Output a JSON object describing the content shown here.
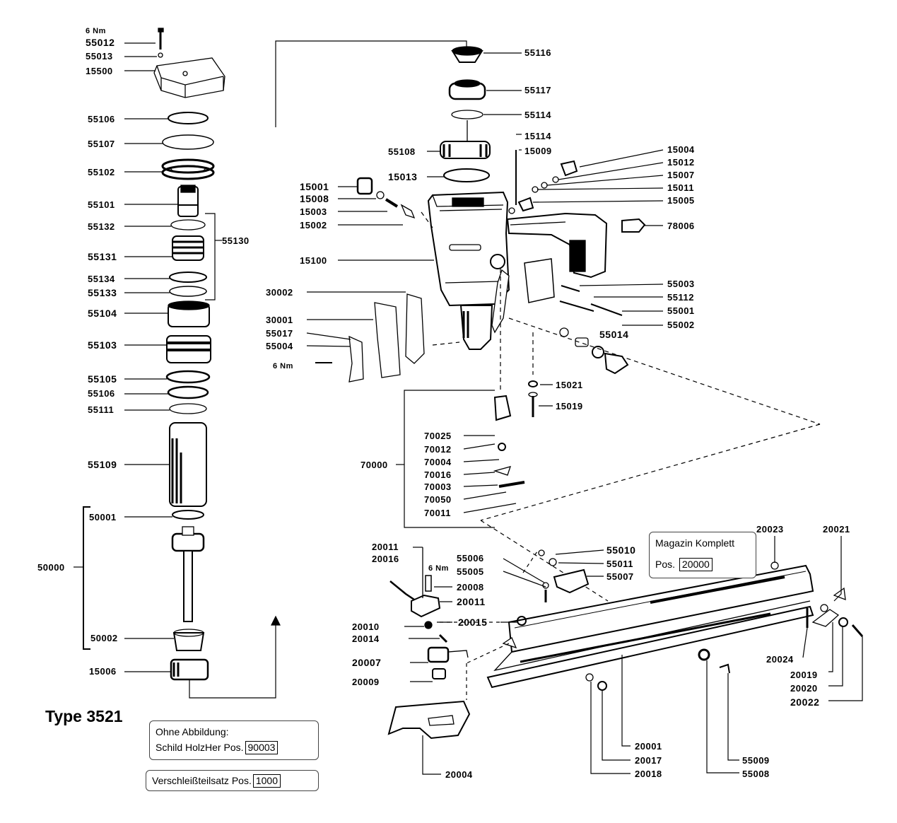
{
  "title": "Type 3521",
  "torque_labels": {
    "top": "6 Nm",
    "left": "6 Nm",
    "mid": "6 Nm"
  },
  "parts": {
    "p55012": "55012",
    "p55013": "55013",
    "p15500": "15500",
    "p55106a": "55106",
    "p55107": "55107",
    "p55102": "55102",
    "p55101": "55101",
    "p55132": "55132",
    "p55130": "55130",
    "p55131": "55131",
    "p55134": "55134",
    "p55133": "55133",
    "p55104": "55104",
    "p55103": "55103",
    "p55105": "55105",
    "p55106b": "55106",
    "p55111": "55111",
    "p55109": "55109",
    "p50001": "50001",
    "p50000": "50000",
    "p50002": "50002",
    "p15006": "15006",
    "p55116": "55116",
    "p55117": "55117",
    "p55114": "55114",
    "p15114": "15114",
    "p15009": "15009",
    "p55108": "55108",
    "p15013": "15013",
    "p15004": "15004",
    "p15012": "15012",
    "p15007": "15007",
    "p15011": "15011",
    "p15005": "15005",
    "p15001": "15001",
    "p15008": "15008",
    "p15003": "15003",
    "p15002": "15002",
    "p78006": "78006",
    "p15100": "15100",
    "p55003": "55003",
    "p55112": "55112",
    "p55001": "55001",
    "p55002": "55002",
    "p30002": "30002",
    "p30001": "30001",
    "p55017": "55017",
    "p55004": "55004",
    "p55014": "55014",
    "p15021": "15021",
    "p15019": "15019",
    "p70025": "70025",
    "p70012": "70012",
    "p70004": "70004",
    "p70016": "70016",
    "p70003": "70003",
    "p70050": "70050",
    "p70011": "70011",
    "p70000": "70000",
    "p20011a": "20011",
    "p20016": "20016",
    "p20008": "20008",
    "p20011b": "20011",
    "p20010": "20010",
    "p20015": "20015",
    "p20014": "20014",
    "p20007": "20007",
    "p20009": "20009",
    "p20004": "20004",
    "p55006": "55006",
    "p55005": "55005",
    "p55010": "55010",
    "p55011": "55011",
    "p55007": "55007",
    "p20023": "20023",
    "p20021": "20021",
    "p20024": "20024",
    "p20019": "20019",
    "p20020": "20020",
    "p20022": "20022",
    "p20001": "20001",
    "p20017": "20017",
    "p20018": "20018",
    "p55009": "55009",
    "p55008": "55008"
  },
  "magazine_box": {
    "title": "Magazin Komplett",
    "pos_label": "Pos.",
    "pos_value": "20000"
  },
  "shield_box": {
    "line1": "Ohne Abbildung:",
    "line2": "Schild HolzHer  Pos.",
    "pos_value": "90003"
  },
  "wear_box": {
    "label": "Verschleißteilsatz Pos.",
    "pos_value": "1000"
  }
}
